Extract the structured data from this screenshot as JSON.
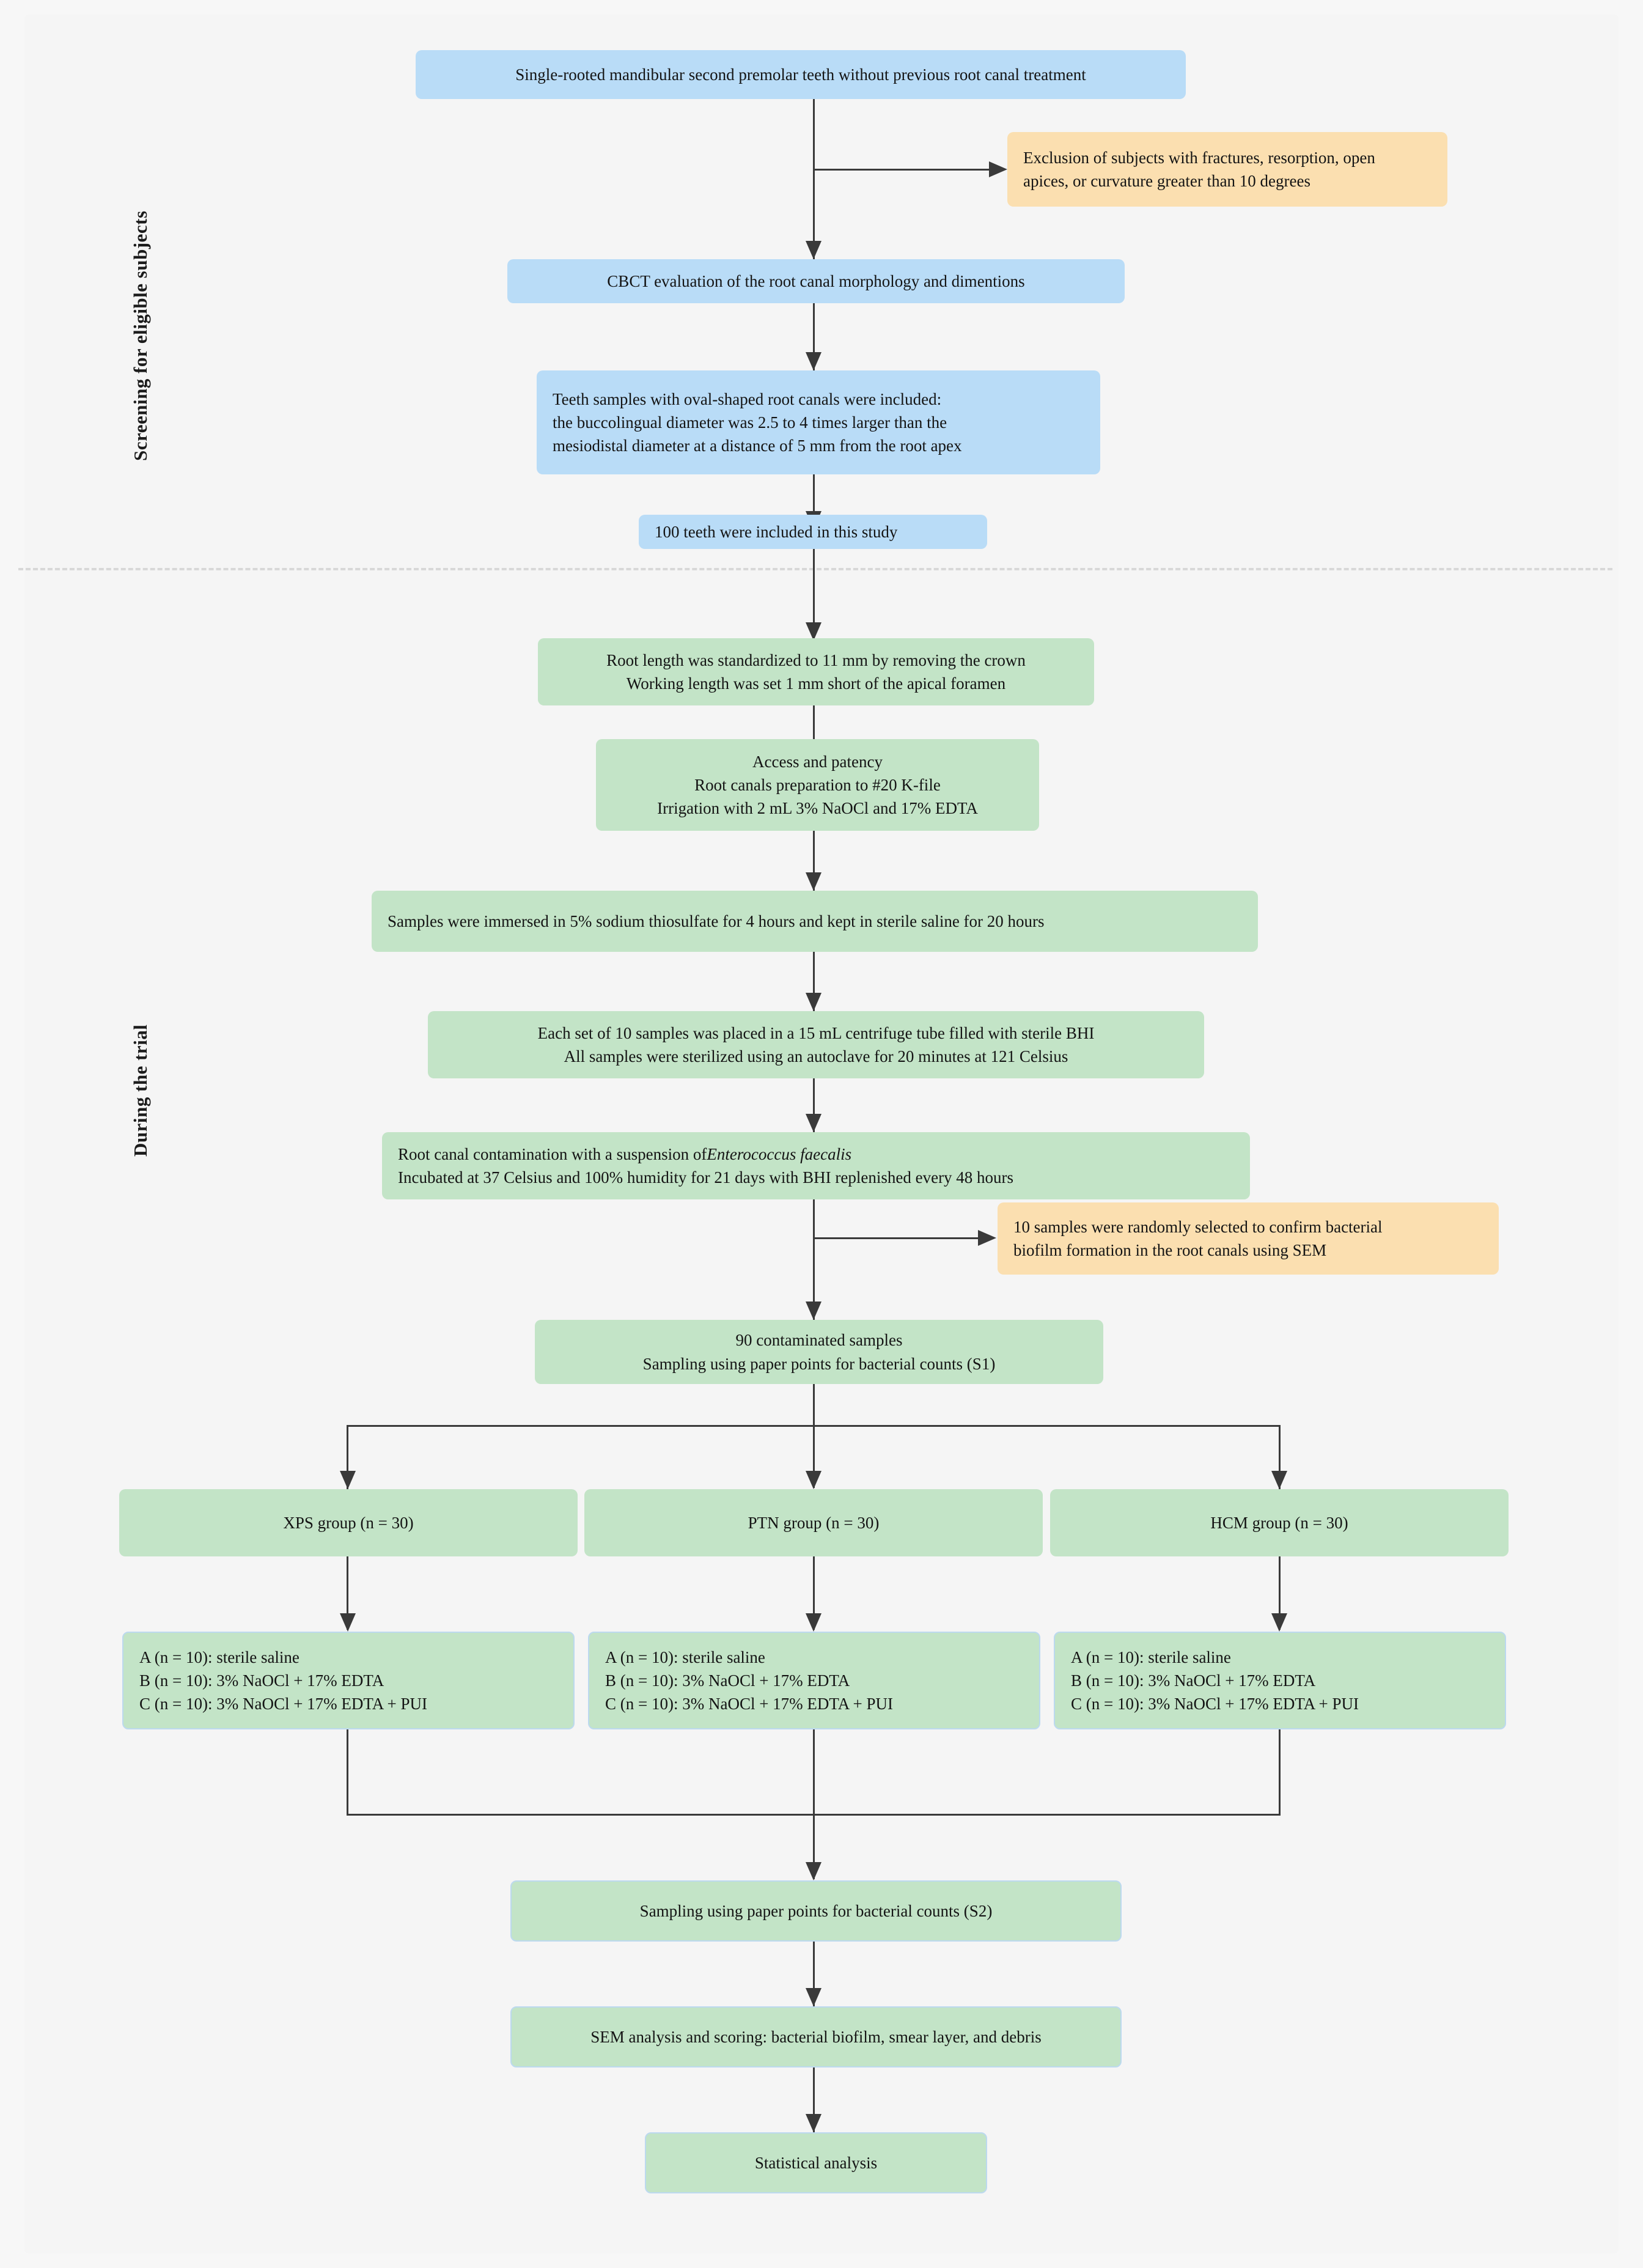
{
  "phases": [
    {
      "id": "screening",
      "label": "Screening for eligible subjects"
    },
    {
      "id": "trial",
      "label": "During the trial"
    }
  ],
  "nodes": {
    "inclusion": "Single-rooted mandibular second premolar teeth without previous root canal treatment",
    "exclusion_line1": "Exclusion of subjects with fractures, resorption, open",
    "exclusion_line2": "apices, or curvature greater than 10 degrees",
    "cbct": "CBCT evaluation of the root canal morphology and dimentions",
    "oval_line1": "Teeth samples with oval-shaped root canals were included:",
    "oval_line2": "the buccolingual diameter was 2.5 to 4 times larger than the",
    "oval_line3": "mesiodistal diameter at a distance of 5 mm from the root apex",
    "included": "100  teeth were included in this study",
    "rootlength_line1": "Root length was standardized to 11 mm by removing the crown",
    "rootlength_line2": "Working length was set 1 mm short of the apical foramen",
    "access_line1": "Access and patency",
    "access_line2": "Root canals preparation to #20 K-file",
    "access_line3": "Irrigation with 2 mL 3% NaOCl and 17% EDTA",
    "thiosulfate": "Samples were immersed in 5% sodium thiosulfate for 4 hours and kept in sterile saline for 20 hours",
    "bhi_line1": "Each set of 10 samples was placed in a 15 mL centrifuge tube filled with sterile BHI",
    "bhi_line2": "All samples were sterilized using an autoclave for 20 minutes at 121 Celsius",
    "contam_line1_a": "Root canal contamination with a suspension of",
    "contam_line1_b": "Enterococcus faecalis",
    "contam_line2": "Incubated at 37 Celsius and 100% humidity for 21 days with BHI replenished every 48 hours",
    "sem_check_line1": "10 samples were randomly selected to confirm bacterial",
    "sem_check_line2": "biofilm formation in the root canals using SEM",
    "s1_line1": "90 contaminated samples",
    "s1_line2": "Sampling using paper points for bacterial counts (S1)",
    "s2": "Sampling using paper points for bacterial counts (S2)",
    "sem_analysis": "SEM analysis and scoring: bacterial biofilm, smear layer, and debris",
    "statistics": "Statistical analysis"
  },
  "groups": [
    {
      "id": "xps",
      "title": "XPS group (n = 30)",
      "subgroups": [
        "A (n = 10): sterile saline",
        "B (n = 10): 3% NaOCl + 17% EDTA",
        "C (n = 10): 3% NaOCl + 17% EDTA + PUI"
      ]
    },
    {
      "id": "ptn",
      "title": "PTN group (n = 30)",
      "subgroups": [
        "A (n = 10): sterile saline",
        "B (n = 10): 3% NaOCl + 17% EDTA",
        "C (n = 10): 3% NaOCl + 17% EDTA + PUI"
      ]
    },
    {
      "id": "hcm",
      "title": "HCM  group (n = 30)",
      "subgroups": [
        "A (n = 10): sterile saline",
        "B (n = 10): 3% NaOCl + 17% EDTA",
        "C (n = 10): 3% NaOCl + 17% EDTA + PUI"
      ]
    }
  ],
  "colors": {
    "blue_box": "#b9dcf7",
    "green_box": "#c3e4c7",
    "orange_box": "#fbdfb0",
    "connector": "#3a3a3a",
    "background": "#f5f5f5",
    "divider": "#d8d8d8"
  }
}
